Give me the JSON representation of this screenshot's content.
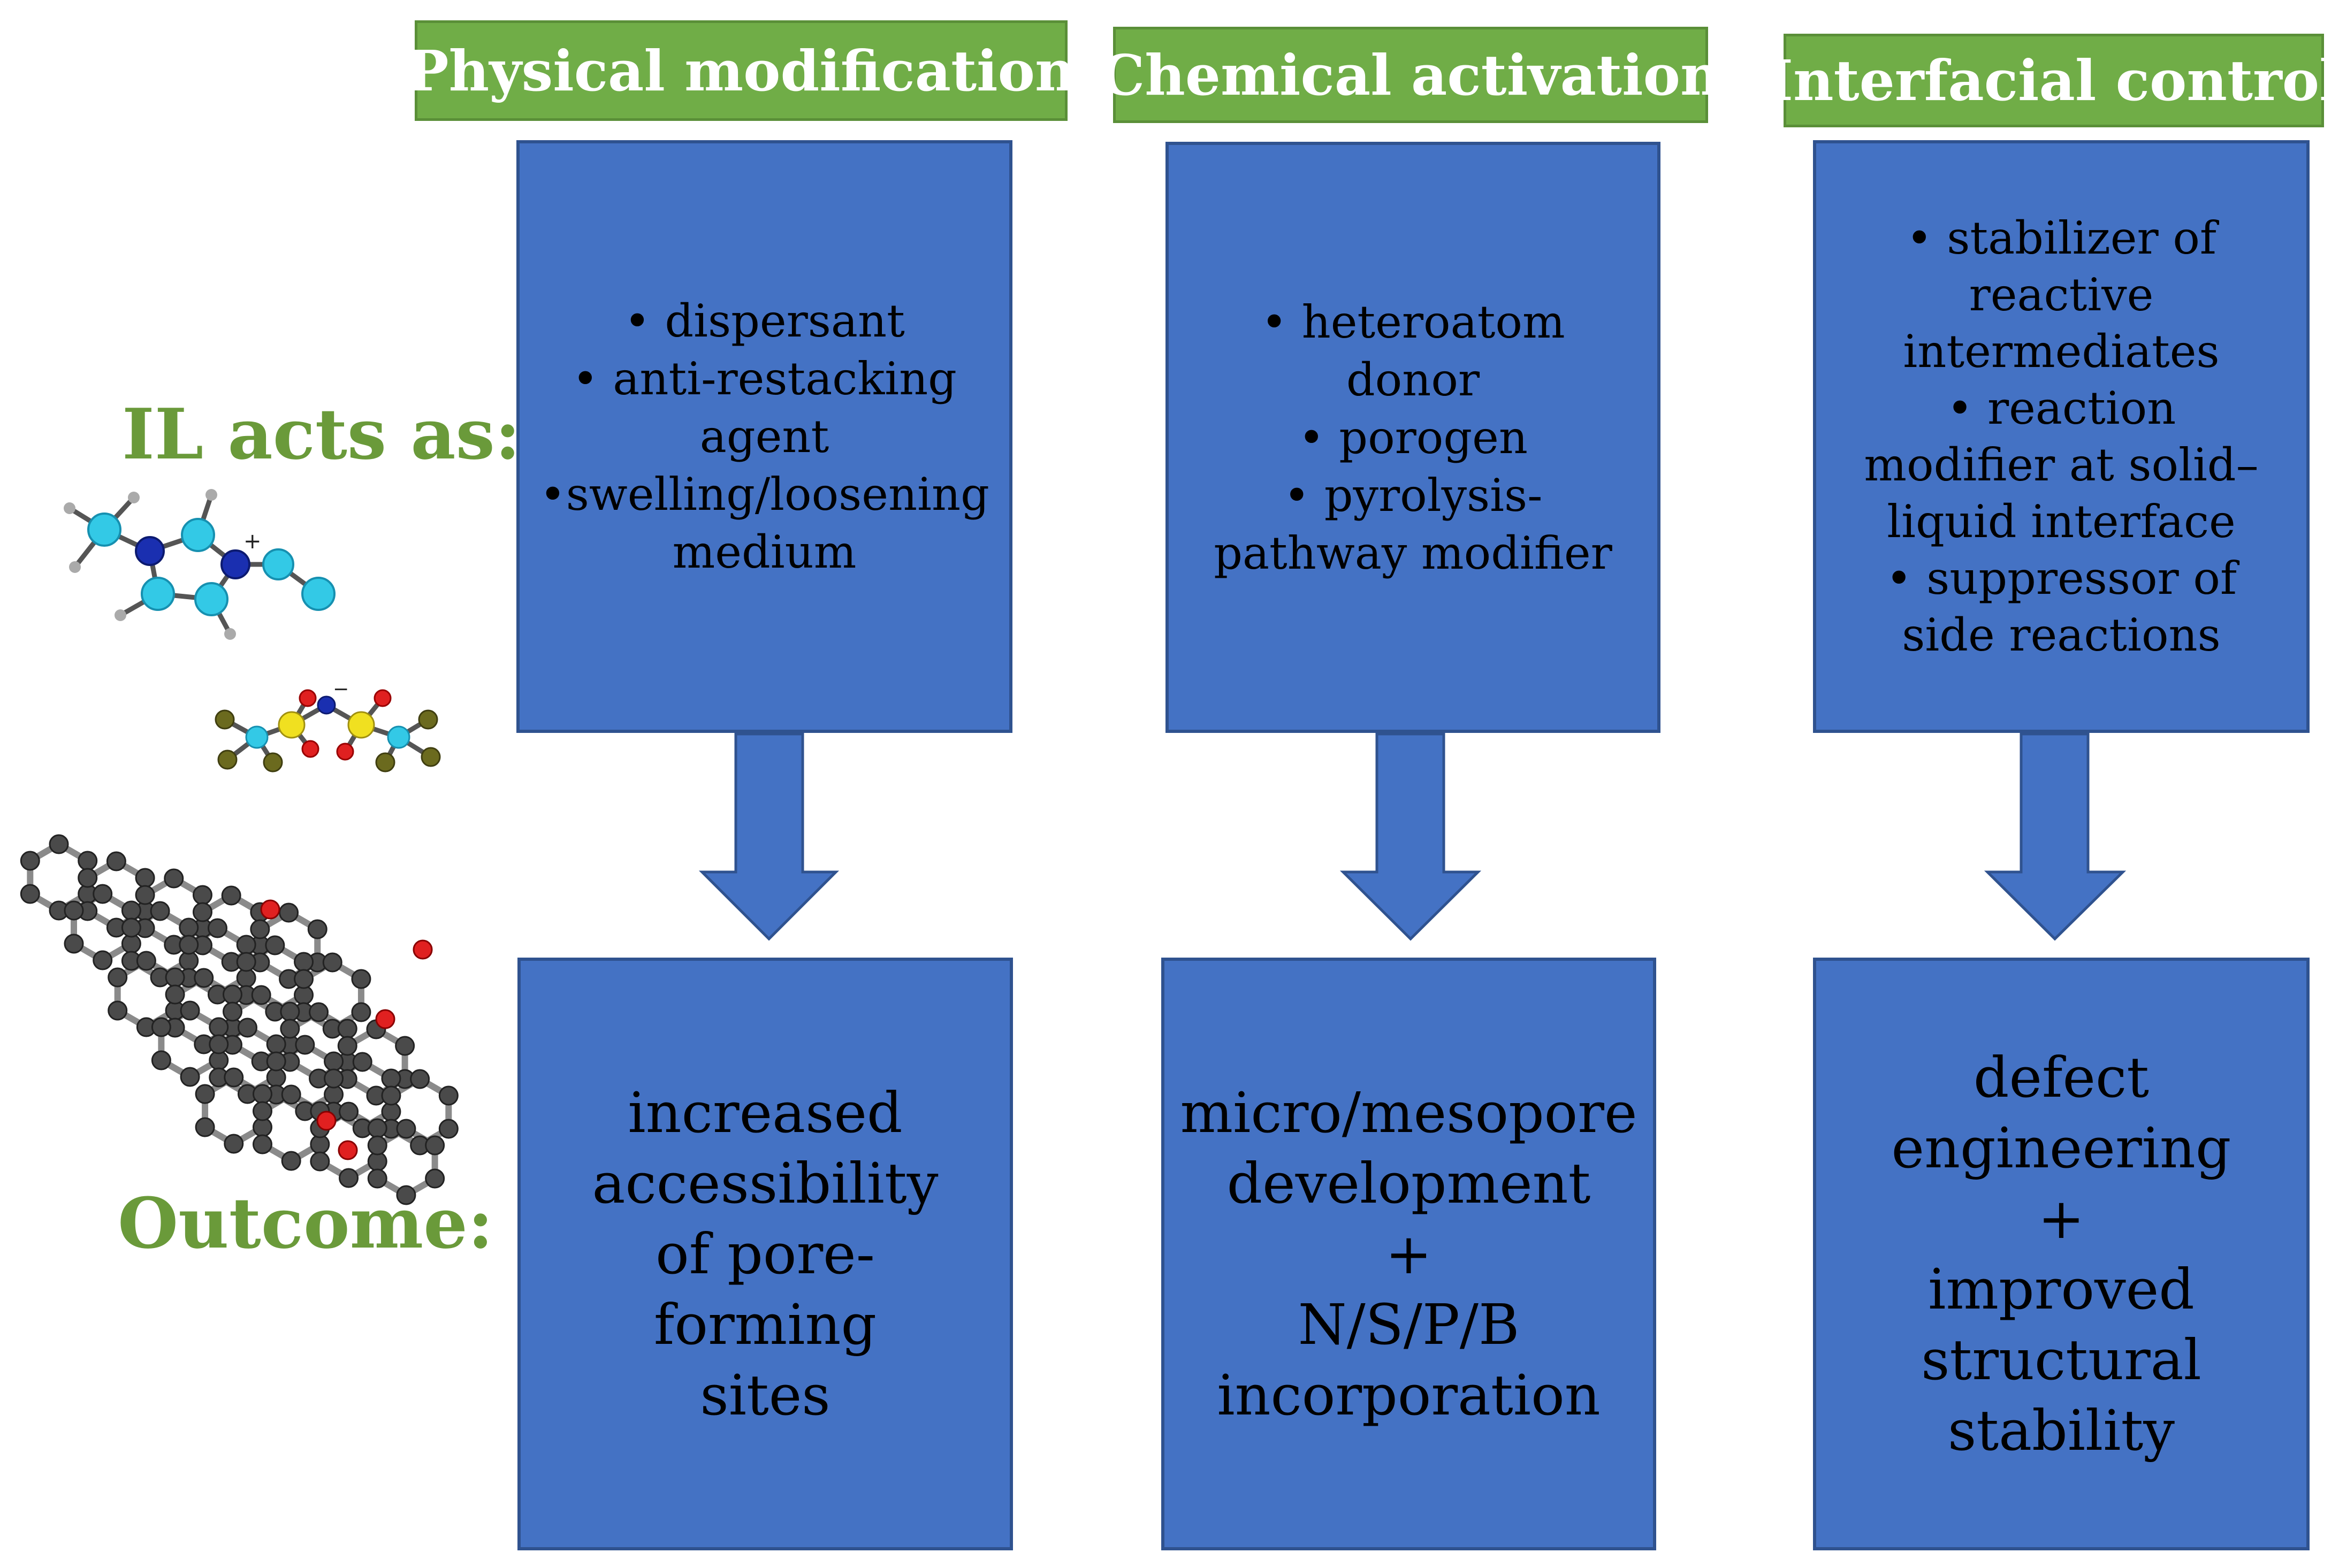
{
  "side_labels": {
    "roles": "IL acts as:",
    "outcome": "Outcome:"
  },
  "columns": [
    {
      "header": "Physical modification",
      "roles": [
        "• dispersant",
        "• anti-restacking",
        "agent",
        "•swelling/loosening",
        "medium"
      ],
      "outcome": [
        "increased",
        "accessibility",
        "of pore-",
        "forming",
        "sites"
      ]
    },
    {
      "header": "Chemical activation",
      "roles": [
        "• heteroatom",
        "donor",
        "• porogen",
        "• pyrolysis-",
        "pathway modifier"
      ],
      "outcome": [
        "micro/mesopore",
        "development",
        "+",
        "N/S/P/B",
        "incorporation"
      ]
    },
    {
      "header": "Interfacial control",
      "roles": [
        "• stabilizer of",
        "reactive",
        "intermediates",
        "• reaction",
        "modifier at solid–",
        "liquid interface",
        "• suppressor of",
        "side reactions"
      ],
      "outcome": [
        "defect",
        "engineering",
        "+",
        "improved",
        "structural",
        "stability"
      ]
    }
  ],
  "colors": {
    "header_fill": "#70ad47",
    "box_fill": "#4472c4",
    "label_green": "#6a9a3a"
  }
}
